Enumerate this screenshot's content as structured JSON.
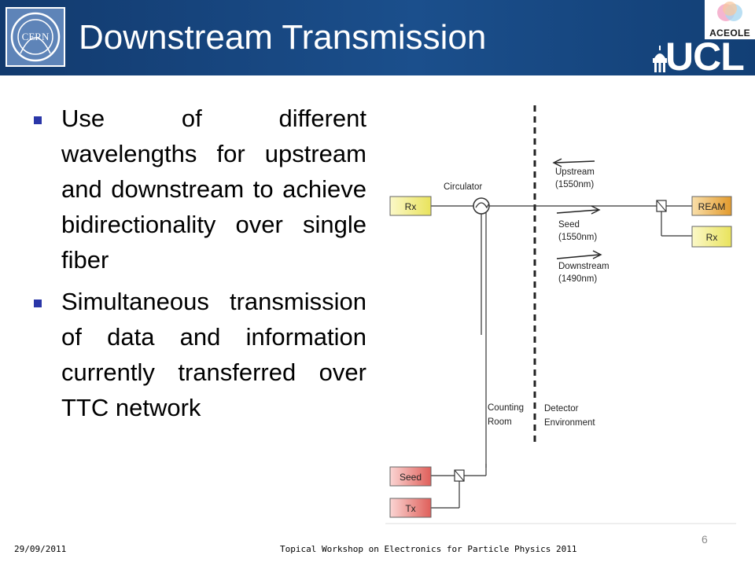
{
  "header": {
    "title": "Downstream Transmission",
    "logos": [
      "cern-logo-icon",
      "aceole-logo-icon",
      "ucl-logo-icon"
    ],
    "cern_logo_text": "CERN",
    "aceole_text": "ACEOLE",
    "ucl_text": "UCL"
  },
  "bullets": [
    "Use of different wavelengths for upstream and downstream to achieve bidirectionality over single fiber",
    "Simultaneous transmission of data and information currently transferred over TTC network"
  ],
  "diagram": {
    "rx_left": "Rx",
    "circulator": "Circulator",
    "upstream": "Upstream",
    "upstream_wl": "(1550nm)",
    "seed_label": "Seed",
    "seed_wl": "(1550nm)",
    "downstream": "Downstream",
    "downstream_wl": "(1490nm)",
    "ream": "REAM",
    "rx_right": "Rx",
    "counting_1": "Counting",
    "counting_2": "Room",
    "detector_1": "Detector",
    "detector_2": "Environment",
    "seed_box": "Seed",
    "tx_box": "Tx"
  },
  "footer": {
    "date": "29/09/2011",
    "event": "Topical Workshop on Electronics for Particle Physics 2011",
    "page": "6"
  },
  "colors": {
    "header_blue": "#1b4f8c",
    "bullet": "#2a36a8",
    "box_yellow": "#f3ef8a",
    "box_orange": "#e9a437",
    "box_red": "#e7706c"
  }
}
